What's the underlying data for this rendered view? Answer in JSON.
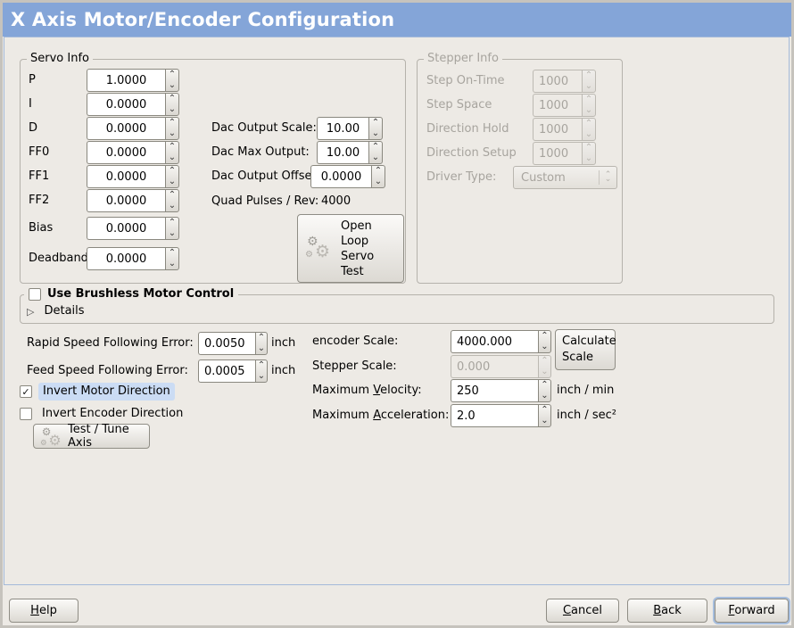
{
  "title": "X Axis Motor/Encoder Configuration",
  "icons": {
    "expander": "▷",
    "gear": "⚙",
    "spin_up": "⌃",
    "spin_down": "⌄",
    "check": "✓"
  },
  "servo_info": {
    "legend": "Servo Info",
    "params": [
      {
        "label": "P",
        "value": "1.0000"
      },
      {
        "label": "I",
        "value": "0.0000"
      },
      {
        "label": "D",
        "value": "0.0000"
      },
      {
        "label": "FF0",
        "value": "0.0000"
      },
      {
        "label": "FF1",
        "value": "0.0000"
      },
      {
        "label": "FF2",
        "value": "0.0000"
      },
      {
        "label": "Bias",
        "value": "0.0000"
      },
      {
        "label": "Deadband",
        "value": "0.0000"
      }
    ],
    "dac_rows": [
      {
        "label": "Dac Output Scale:",
        "value": "10.00"
      },
      {
        "label": "Dac Max Output:",
        "value": "10.00"
      },
      {
        "label": "Dac Output Offset:",
        "value": "0.0000"
      }
    ],
    "quad_pulses_label": "Quad Pulses / Rev:",
    "quad_pulses_value": "4000",
    "open_loop_lines": [
      "Open",
      "Loop",
      "Servo",
      "Test"
    ]
  },
  "stepper_info": {
    "legend": "Stepper Info",
    "enabled": false,
    "params": [
      {
        "label": "Step On-Time",
        "value": "1000"
      },
      {
        "label": "Step Space",
        "value": "1000"
      },
      {
        "label": "Direction Hold",
        "value": "1000"
      },
      {
        "label": "Direction Setup",
        "value": "1000"
      }
    ],
    "driver_type_label": "Driver Type:",
    "driver_type_value": "Custom"
  },
  "brushless": {
    "legend": "Use Brushless Motor Control",
    "checked": false,
    "details_label": "Details"
  },
  "following_errors": [
    {
      "label": "Rapid Speed Following Error:",
      "value": "0.0050",
      "unit": "inch"
    },
    {
      "label": "Feed Speed Following Error:",
      "value": "0.0005",
      "unit": "inch"
    }
  ],
  "direction": {
    "invert_motor": {
      "label": "Invert Motor Direction",
      "checked": true
    },
    "invert_encoder": {
      "label": "Invert Encoder Direction",
      "checked": false
    }
  },
  "test_tune_label": "Test / Tune Axis",
  "scaling": {
    "encoder_scale": {
      "label": "encoder Scale:",
      "value": "4000.000"
    },
    "stepper_scale": {
      "label": "Stepper Scale:",
      "value": "0.000",
      "enabled": false
    },
    "max_velocity": {
      "label_pre": "Maximum ",
      "label_mn": "V",
      "label_post": "elocity:",
      "value": "250",
      "unit": "inch / min"
    },
    "max_accel": {
      "label_pre": "Maximum ",
      "label_mn": "A",
      "label_post": "cceleration:",
      "value": "2.0",
      "unit": "inch / sec²"
    },
    "calculate_lines": [
      "Calculate",
      "Scale"
    ]
  },
  "footer": {
    "help": {
      "mn": "H",
      "rest": "elp"
    },
    "cancel": {
      "mn": "C",
      "rest": "ancel"
    },
    "back": {
      "mn": "B",
      "rest": "ack"
    },
    "forward": {
      "mn": "F",
      "rest": "orward"
    }
  },
  "colors": {
    "titlebar": "#84a5d8",
    "focus_highlight": "#cbdcf4",
    "content_border": "#a4bad9"
  }
}
